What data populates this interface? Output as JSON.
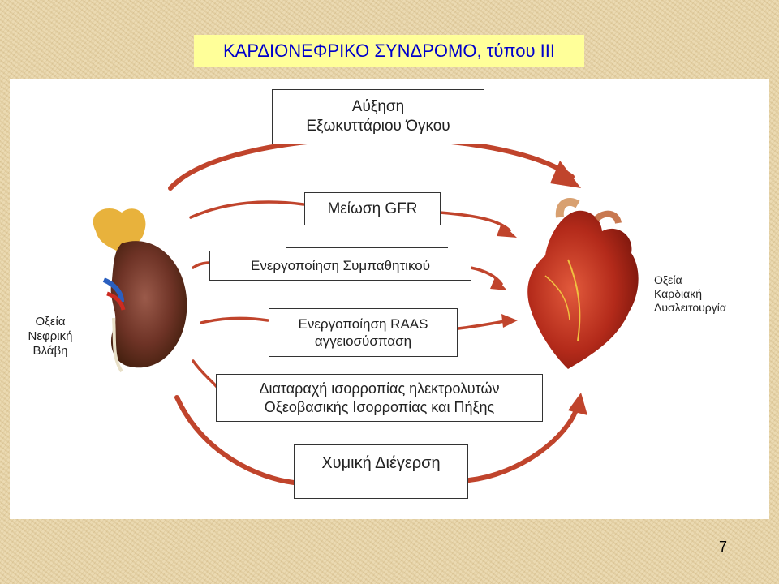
{
  "title": "ΚΑΡΔΙΟΝΕΦΡΙΚΟ ΣΥΝΔΡΟΜΟ, τύπου ΙΙΙ",
  "left_label": [
    "Οξεία",
    "Νεφρική",
    "Βλάβη"
  ],
  "right_label": [
    "Οξεία",
    "Καρδιακή",
    "Δυσλειτουργία"
  ],
  "boxes": {
    "volume": [
      "Αύξηση",
      "Εξωκυττάριου Όγκου"
    ],
    "gfr": "Μείωση GFR",
    "sympathetic": "Ενεργοποίηση Συμπαθητικού",
    "raas": [
      "Ενεργοποίηση RAAS",
      "αγγειοσύσπαση"
    ],
    "electrolytes": [
      "Διαταραχή ισορροπίας ηλεκτρολυτών",
      "Οξεοβασικής Ισορροπίας και Πήξης"
    ],
    "chemical": "Χυμική Διέγερση"
  },
  "page_number": "7",
  "colors": {
    "title_bg": "#ffff99",
    "title_text": "#0000cc",
    "arrow": "#c0442c"
  }
}
